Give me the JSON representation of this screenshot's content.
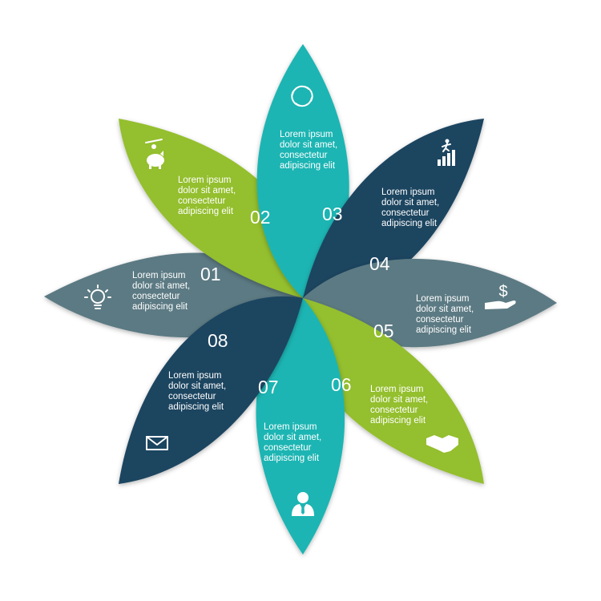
{
  "colors": {
    "teal": "#1fb5b3",
    "navy": "#1b4460",
    "slate": "#5b7a83",
    "green": "#94bf2f",
    "background": "#ffffff",
    "text": "#ffffff"
  },
  "petals": [
    {
      "number": "01",
      "color": "slate",
      "icon": "lightbulb-icon",
      "lines": [
        "Lorem ipsum",
        "dolor sit amet,",
        "consectetur",
        "adipiscing elit"
      ]
    },
    {
      "number": "02",
      "color": "green",
      "icon": "piggy-bank-icon",
      "lines": [
        "Lorem ipsum",
        "dolor sit amet,",
        "consectetur",
        "adipiscing elit"
      ]
    },
    {
      "number": "03",
      "color": "teal",
      "icon": "cycle-arrows-icon",
      "lines": [
        "Lorem ipsum",
        "dolor sit amet,",
        "consectetur",
        "adipiscing elit"
      ]
    },
    {
      "number": "04",
      "color": "navy",
      "icon": "growth-stairs-icon",
      "lines": [
        "Lorem ipsum",
        "dolor sit amet,",
        "consectetur",
        "adipiscing elit"
      ]
    },
    {
      "number": "05",
      "color": "slate",
      "icon": "money-hand-icon",
      "lines": [
        "Lorem ipsum",
        "dolor sit amet,",
        "consectetur",
        "adipiscing elit"
      ]
    },
    {
      "number": "06",
      "color": "green",
      "icon": "handshake-icon",
      "lines": [
        "Lorem ipsum",
        "dolor sit amet,",
        "consectetur",
        "adipiscing elit"
      ]
    },
    {
      "number": "07",
      "color": "teal",
      "icon": "businessman-icon",
      "lines": [
        "Lorem ipsum",
        "dolor sit amet,",
        "consectetur",
        "adipiscing elit"
      ]
    },
    {
      "number": "08",
      "color": "navy",
      "icon": "envelope-icon",
      "lines": [
        "Lorem ipsum",
        "dolor sit amet,",
        "consectetur",
        "adipiscing elit"
      ]
    }
  ]
}
